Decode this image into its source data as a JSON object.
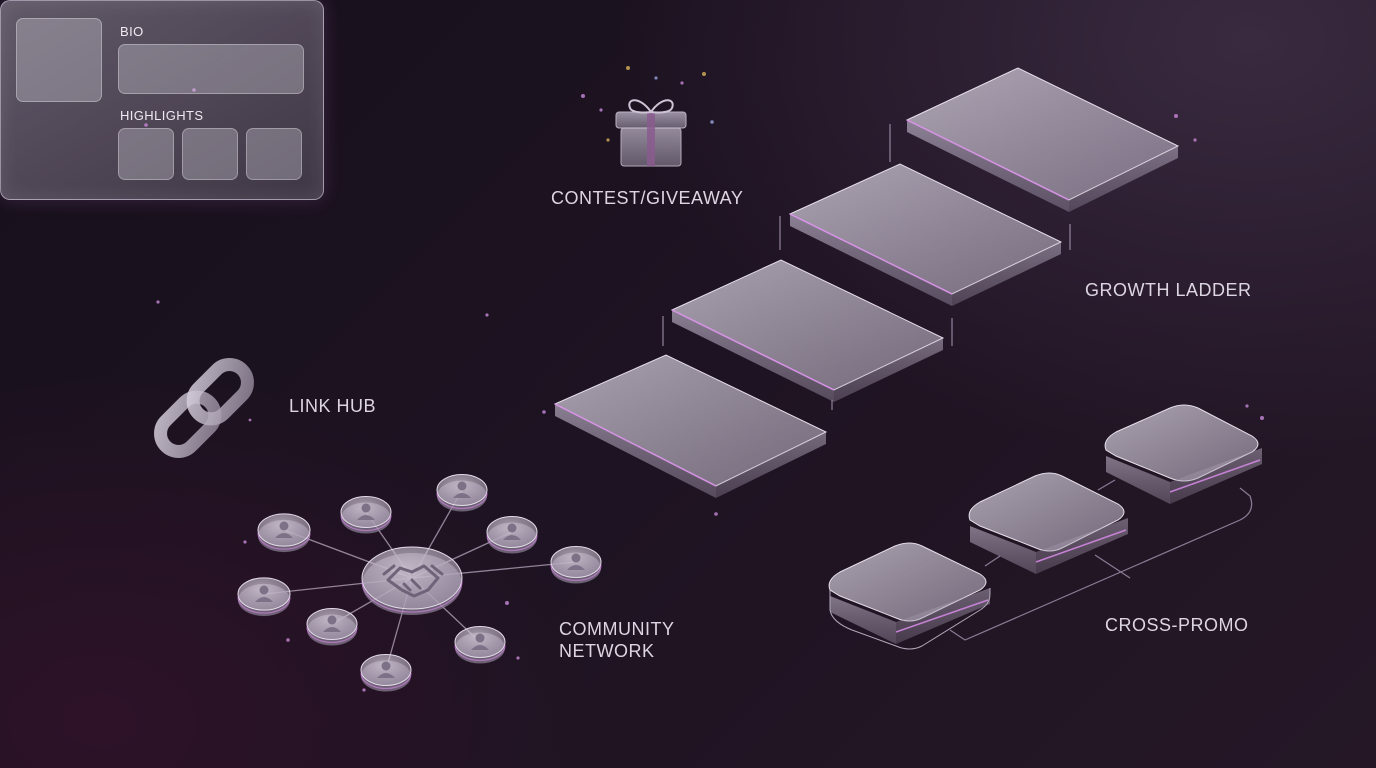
{
  "profile_card": {
    "bio_label": "BIO",
    "highlights_label": "HIGHLIGHTS"
  },
  "labels": {
    "contest": "CONTEST/GIVEAWAY",
    "link_hub": "LINK HUB",
    "growth_ladder": "GROWTH LADDER",
    "community_line1": "COMMUNITY",
    "community_line2": "NETWORK",
    "cross_promo": "CROSS-PROMO"
  },
  "icons": {
    "gift": "gift-icon",
    "chain": "chain-link-icon",
    "handshake": "handshake-icon",
    "person": "person-icon"
  },
  "colors": {
    "accent_glow": "#d88ae8",
    "background": "#1c1220",
    "glass": "#cfc6d6"
  }
}
